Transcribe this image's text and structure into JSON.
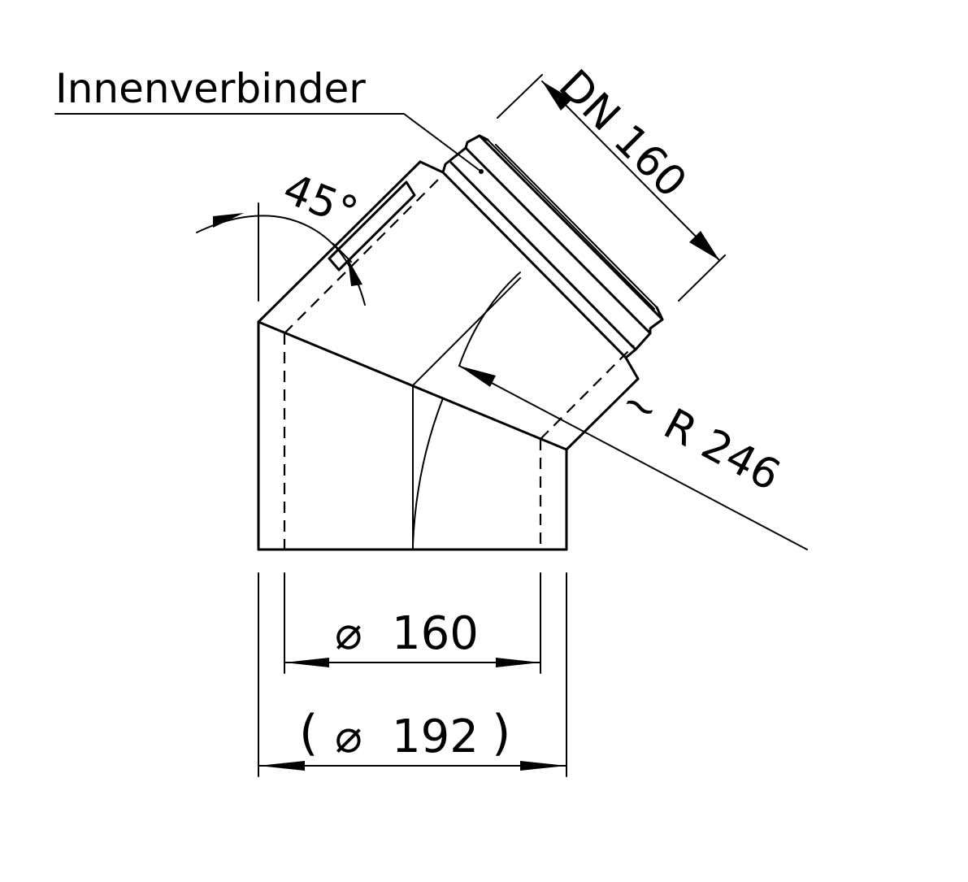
{
  "labels": {
    "connector": "Innenverbinder",
    "angle": "45°",
    "nominal_diameter": "DN 160",
    "radius": "~ R 246",
    "inner_diameter": "160",
    "outer_diameter": "192",
    "outer_diameter_paren_open": "(",
    "outer_diameter_paren_close": ")",
    "diameter_symbol": "⌀"
  }
}
